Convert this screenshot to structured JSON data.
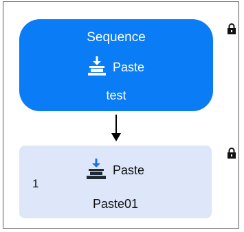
{
  "sequence_node": {
    "title": "Sequence",
    "action_icon": "paste-icon",
    "action_label": "Paste",
    "subtitle": "test",
    "color": "#0a7cf5",
    "lock_icon": "lock-icon"
  },
  "connector": {
    "icon": "down-arrow-icon"
  },
  "step_node": {
    "index": "1",
    "action_icon": "paste-icon",
    "action_label": "Paste",
    "name": "Paste01",
    "color": "#dde7f9",
    "lock_icon": "lock-icon"
  }
}
